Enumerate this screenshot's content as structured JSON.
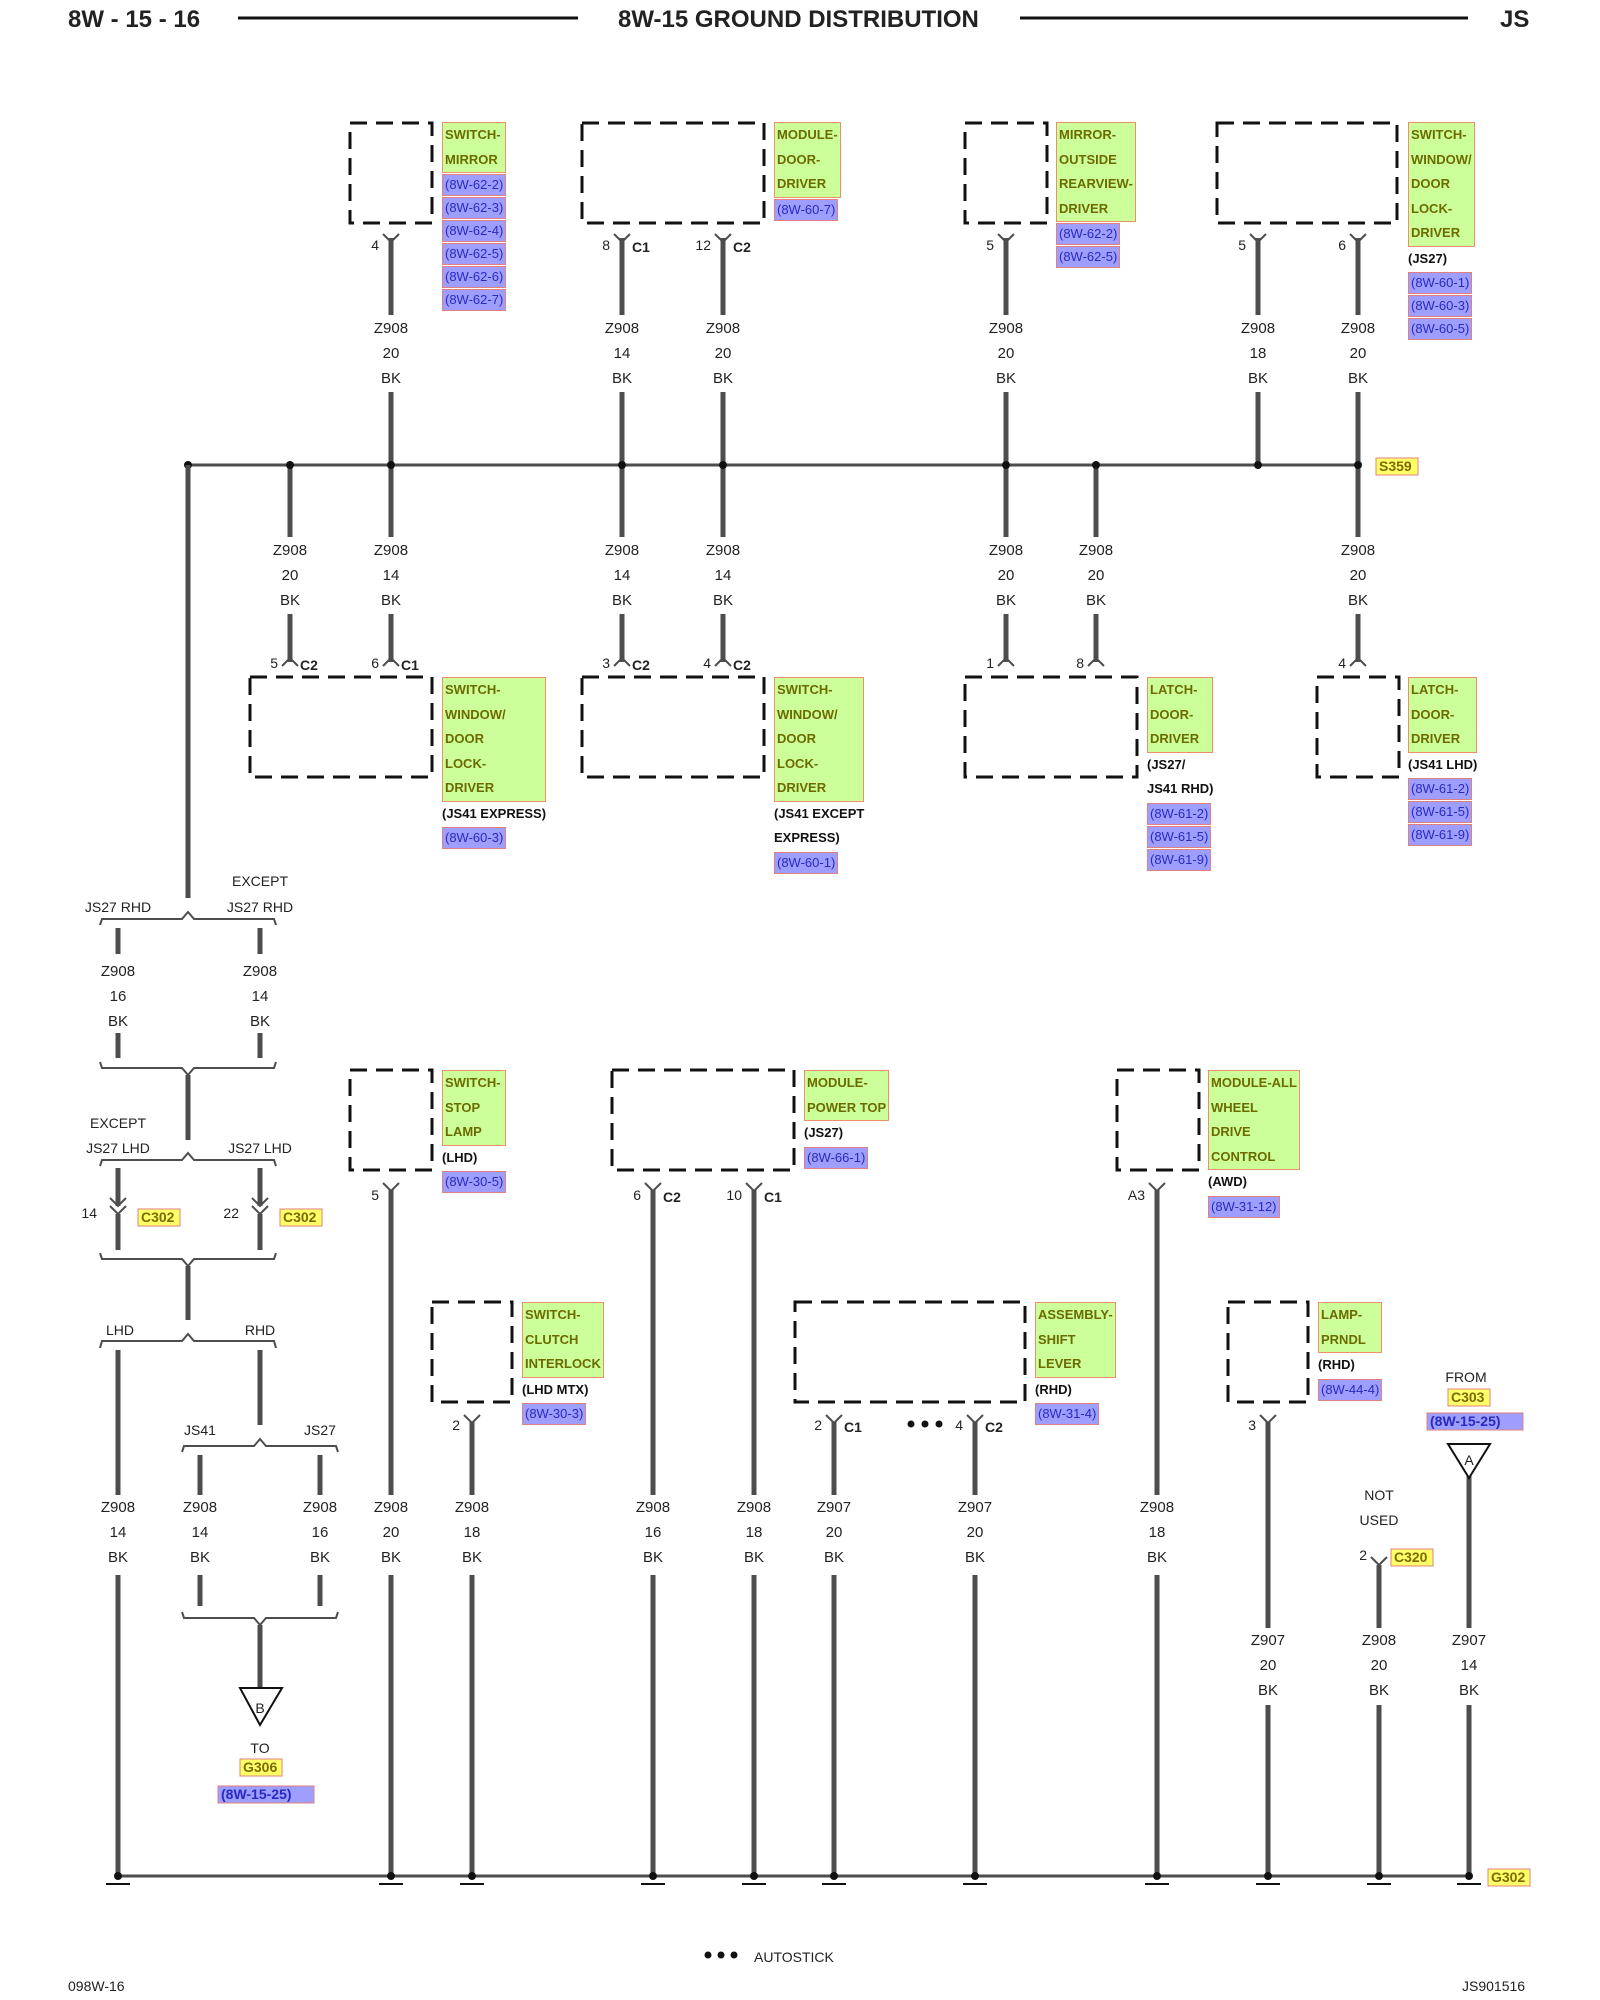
{
  "header": {
    "page": "8W - 15 - 16",
    "title": "8W-15 GROUND DISTRIBUTION",
    "model": "JS"
  },
  "footer": {
    "left": "098W-16",
    "right": "JS901516"
  },
  "legend": {
    "autostick": "AUTOSTICK"
  },
  "colors": {
    "wire": "#4d4d4d",
    "name_bg": "#ccff99",
    "ref_bg": "#9e9eff",
    "splice_bg": "#ffff66"
  },
  "splices": {
    "top": "S359",
    "ground": "G302"
  },
  "components": [
    {
      "name": [
        "SWITCH-",
        "MIRROR"
      ],
      "notes": [],
      "refs": [
        "(8W-62-2)",
        "(8W-62-3)",
        "(8W-62-4)",
        "(8W-62-5)",
        "(8W-62-6)",
        "(8W-62-7)"
      ]
    },
    {
      "name": [
        "MODULE-",
        "DOOR-",
        "DRIVER"
      ],
      "notes": [],
      "refs": [
        "(8W-60-7)"
      ]
    },
    {
      "name": [
        "MIRROR-",
        "OUTSIDE",
        "REARVIEW-",
        "DRIVER"
      ],
      "notes": [],
      "refs": [
        "(8W-62-2)",
        "(8W-62-5)"
      ]
    },
    {
      "name": [
        "SWITCH-",
        "WINDOW/",
        "DOOR",
        "LOCK-",
        "DRIVER"
      ],
      "notes": [
        "(JS27)"
      ],
      "refs": [
        "(8W-60-1)",
        "(8W-60-3)",
        "(8W-60-5)"
      ]
    },
    {
      "name": [
        "SWITCH-",
        "WINDOW/",
        "DOOR",
        "LOCK-",
        "DRIVER"
      ],
      "notes": [
        "(JS41 EXPRESS)"
      ],
      "refs": [
        "(8W-60-3)"
      ]
    },
    {
      "name": [
        "SWITCH-",
        "WINDOW/",
        "DOOR",
        "LOCK-",
        "DRIVER"
      ],
      "notes": [
        "(JS41 EXCEPT",
        "EXPRESS)"
      ],
      "refs": [
        "(8W-60-1)"
      ]
    },
    {
      "name": [
        "LATCH-",
        "DOOR-",
        "DRIVER"
      ],
      "notes": [
        "(JS27/",
        "JS41 RHD)"
      ],
      "refs": [
        "(8W-61-2)",
        "(8W-61-5)",
        "(8W-61-9)"
      ]
    },
    {
      "name": [
        "LATCH-",
        "DOOR-",
        "DRIVER"
      ],
      "notes": [
        "(JS41 LHD)"
      ],
      "refs": [
        "(8W-61-2)",
        "(8W-61-5)",
        "(8W-61-9)"
      ]
    },
    {
      "name": [
        "SWITCH-",
        "STOP",
        "LAMP"
      ],
      "notes": [
        "(LHD)"
      ],
      "refs": [
        "(8W-30-5)"
      ]
    },
    {
      "name": [
        "MODULE-",
        "POWER TOP"
      ],
      "notes": [
        "(JS27)"
      ],
      "refs": [
        "(8W-66-1)"
      ]
    },
    {
      "name": [
        "MODULE-ALL",
        "WHEEL",
        "DRIVE",
        "CONTROL"
      ],
      "notes": [
        "(AWD)"
      ],
      "refs": [
        "(8W-31-12)"
      ]
    },
    {
      "name": [
        "SWITCH-",
        "CLUTCH",
        "INTERLOCK"
      ],
      "notes": [
        "(LHD MTX)"
      ],
      "refs": [
        "(8W-30-3)"
      ]
    },
    {
      "name": [
        "ASSEMBLY-",
        "SHIFT",
        "LEVER"
      ],
      "notes": [
        "(RHD)"
      ],
      "refs": [
        "(8W-31-4)"
      ]
    },
    {
      "name": [
        "LAMP-",
        "PRNDL"
      ],
      "notes": [
        "(RHD)"
      ],
      "refs": [
        "(8W-44-4)"
      ]
    }
  ],
  "wires_top": [
    {
      "pin": "4",
      "conn": "",
      "circuit": "Z908",
      "gauge": "20",
      "color": "BK"
    },
    {
      "pin": "8",
      "conn": "C1",
      "circuit": "Z908",
      "gauge": "14",
      "color": "BK"
    },
    {
      "pin": "12",
      "conn": "C2",
      "circuit": "Z908",
      "gauge": "20",
      "color": "BK"
    },
    {
      "pin": "5",
      "conn": "",
      "circuit": "Z908",
      "gauge": "20",
      "color": "BK"
    },
    {
      "pin": "5",
      "conn": "",
      "circuit": "Z908",
      "gauge": "18",
      "color": "BK"
    },
    {
      "pin": "6",
      "conn": "",
      "circuit": "Z908",
      "gauge": "20",
      "color": "BK"
    }
  ],
  "wires_mid": [
    {
      "pin": "5",
      "conn": "C2",
      "circuit": "Z908",
      "gauge": "20",
      "color": "BK"
    },
    {
      "pin": "6",
      "conn": "C1",
      "circuit": "Z908",
      "gauge": "14",
      "color": "BK"
    },
    {
      "pin": "3",
      "conn": "C2",
      "circuit": "Z908",
      "gauge": "14",
      "color": "BK"
    },
    {
      "pin": "4",
      "conn": "C2",
      "circuit": "Z908",
      "gauge": "14",
      "color": "BK"
    },
    {
      "pin": "1",
      "conn": "",
      "circuit": "Z908",
      "gauge": "20",
      "color": "BK"
    },
    {
      "pin": "8",
      "conn": "",
      "circuit": "Z908",
      "gauge": "20",
      "color": "BK"
    },
    {
      "pin": "4",
      "conn": "",
      "circuit": "Z908",
      "gauge": "20",
      "color": "BK"
    }
  ],
  "options": {
    "js27_rhd": "JS27 RHD",
    "except": "EXCEPT",
    "js27_lhd": "JS27 LHD",
    "lhd": "LHD",
    "rhd": "RHD",
    "js41": "JS41",
    "js27": "JS27"
  },
  "left_branch": {
    "w1": {
      "circuit": "Z908",
      "gauge": "16",
      "color": "BK"
    },
    "w2": {
      "circuit": "Z908",
      "gauge": "14",
      "color": "BK"
    },
    "c302a_pin": "14",
    "c302b_pin": "22",
    "connector": "C302"
  },
  "bottom_pins": [
    {
      "pin": "5",
      "conn": ""
    },
    {
      "pin": "6",
      "conn": "C2"
    },
    {
      "pin": "10",
      "conn": "C1"
    },
    {
      "pin": "A3",
      "conn": ""
    },
    {
      "pin": "2",
      "conn": ""
    },
    {
      "pin": "2",
      "conn": "C1"
    },
    {
      "pin": "4",
      "conn": "C2"
    },
    {
      "pin": "3",
      "conn": ""
    },
    {
      "pin": "2",
      "conn": "C320"
    }
  ],
  "wires_bottom": [
    {
      "circuit": "Z908",
      "gauge": "14",
      "color": "BK"
    },
    {
      "circuit": "Z908",
      "gauge": "14",
      "color": "BK"
    },
    {
      "circuit": "Z908",
      "gauge": "16",
      "color": "BK"
    },
    {
      "circuit": "Z908",
      "gauge": "20",
      "color": "BK"
    },
    {
      "circuit": "Z908",
      "gauge": "18",
      "color": "BK"
    },
    {
      "circuit": "Z908",
      "gauge": "16",
      "color": "BK"
    },
    {
      "circuit": "Z908",
      "gauge": "18",
      "color": "BK"
    },
    {
      "circuit": "Z907",
      "gauge": "20",
      "color": "BK"
    },
    {
      "circuit": "Z907",
      "gauge": "20",
      "color": "BK"
    },
    {
      "circuit": "Z908",
      "gauge": "18",
      "color": "BK"
    },
    {
      "circuit": "Z907",
      "gauge": "20",
      "color": "BK"
    },
    {
      "circuit": "Z908",
      "gauge": "20",
      "color": "BK"
    },
    {
      "circuit": "Z907",
      "gauge": "14",
      "color": "BK"
    }
  ],
  "refs": {
    "from": "FROM",
    "from_conn": "C303",
    "from_ref": "(8W-15-25)",
    "from_tag": "A",
    "to": "TO",
    "to_ground": "G306",
    "to_ref": "(8W-15-25)",
    "to_tag": "B",
    "not_used": [
      "NOT",
      "USED"
    ]
  }
}
